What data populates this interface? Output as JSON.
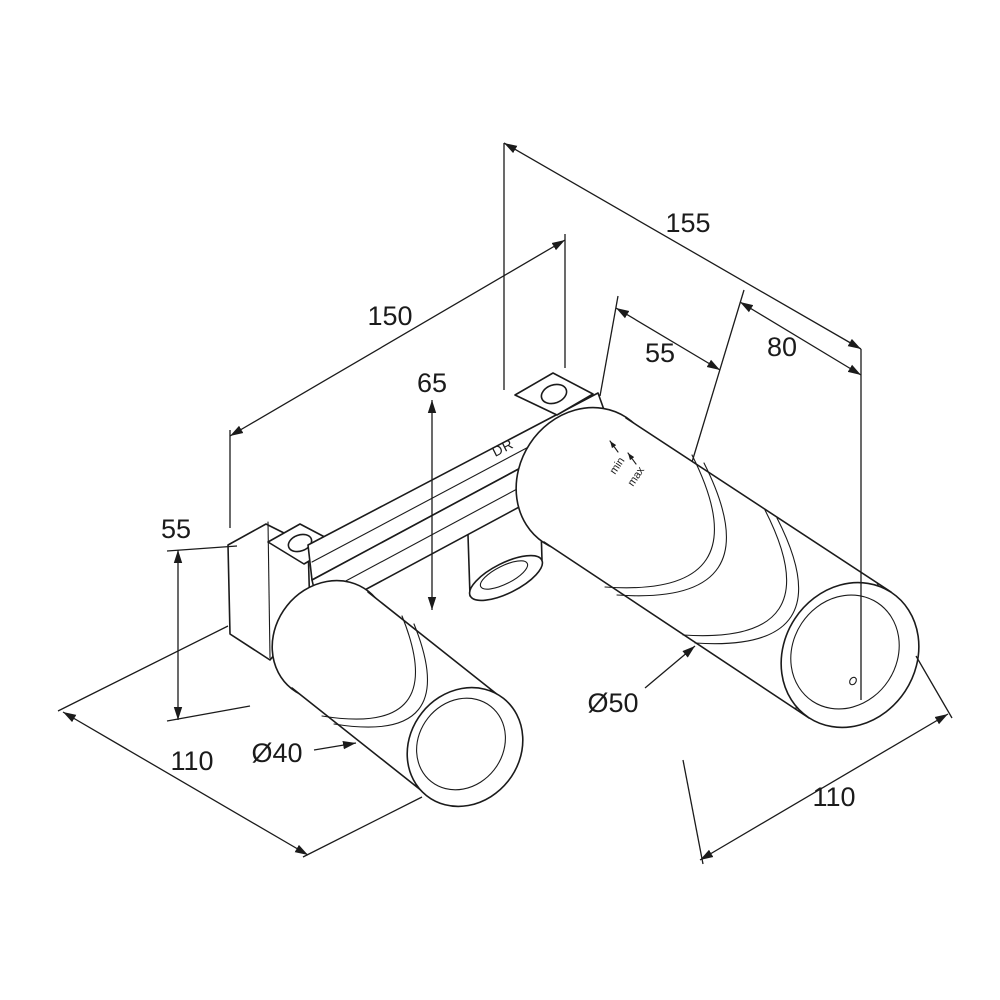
{
  "drawing": {
    "title": "concealed-two-handle-mixer-rough-in-technical-drawing",
    "background": "#ffffff",
    "line_color": "#1b1b1b",
    "dimensions": {
      "total_depth": "155",
      "plate_length": "150",
      "depth_min": "55",
      "depth_max": "80",
      "outlet_drop": "65",
      "plate_height": "55",
      "large_sleeve_diameter": "Ø50",
      "small_sleeve_diameter": "Ø40",
      "protrusion_left": "110",
      "protrusion_right": "110"
    },
    "markings": {
      "min_label": "min",
      "max_label": "max",
      "body_mark": "DR"
    }
  }
}
